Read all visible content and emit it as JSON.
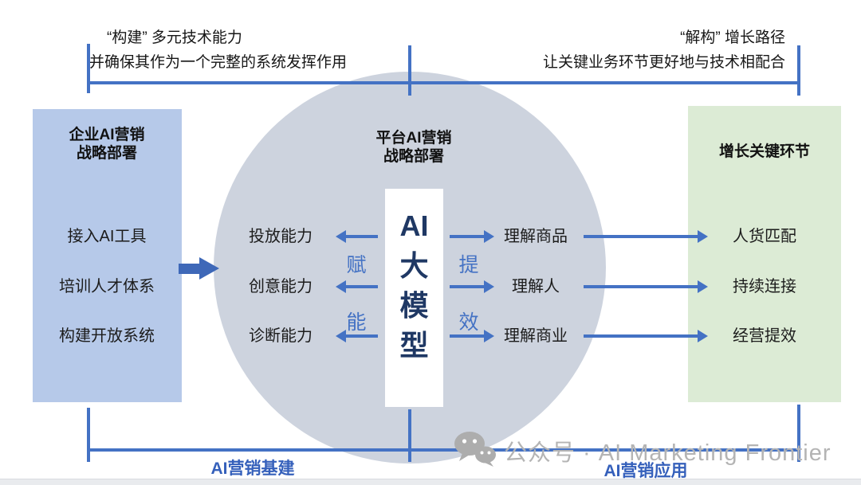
{
  "annotations": {
    "top_left_line1": "“构建” 多元技术能力",
    "top_left_line2": "并确保其作为一个完整的系统发挥作用",
    "top_right_line1": "“解构” 增长路径",
    "top_right_line2": "让关键业务环节更好地与技术相配合"
  },
  "left_box": {
    "title_line1": "企业AI营销",
    "title_line2": "战略部署",
    "items": [
      "接入AI工具",
      "培训人才体系",
      "构建开放系统"
    ]
  },
  "center": {
    "title_line1": "平台AI营销",
    "title_line2": "战略部署",
    "model_chars": [
      "AI",
      "大",
      "模",
      "型"
    ],
    "left_items": [
      "投放能力",
      "创意能力",
      "诊断能力"
    ],
    "left_caption": [
      "赋",
      "能"
    ],
    "right_items": [
      "理解商品",
      "理解人",
      "理解商业"
    ],
    "right_caption": [
      "提",
      "效"
    ]
  },
  "right_box": {
    "title": "增长关键环节",
    "items": [
      "人货匹配",
      "持续连接",
      "经营提效"
    ]
  },
  "bottom": {
    "left_label": "AI营销基建",
    "right_label": "AI营销应用"
  },
  "watermark": {
    "icon": "wechat-icon",
    "text": "公众号 · AI Marketing Frontier"
  },
  "colors": {
    "blue_box": "#b6c9e9",
    "green_box": "#dcebd5",
    "circle": "#cdd3de",
    "line_blue": "#4472c4",
    "navy_text": "#1f3864",
    "bottom_label_blue": "#3560bb",
    "watermark_gray": "#b4b4b4"
  }
}
